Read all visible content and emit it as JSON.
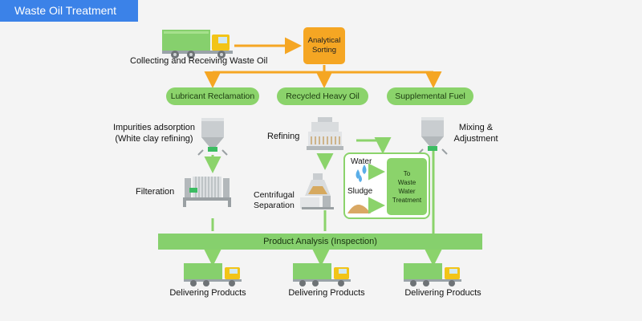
{
  "header": {
    "title": "Waste Oil Treatment"
  },
  "steps": {
    "collect": "Collecting and Receiving Waste Oil",
    "sorting": [
      "Analytical",
      "Sorting"
    ]
  },
  "branches": {
    "lubricant": "Lubricant Reclamation",
    "heavy_oil": "Recycled Heavy Oil",
    "fuel": "Supplemental Fuel"
  },
  "processes": {
    "impurities": [
      "Impurities adsorption",
      "(White clay refining)"
    ],
    "filteration": "Filteration",
    "refining": "Refining",
    "centrifugal": [
      "Centrifugal",
      "Separation"
    ],
    "mixing": [
      "Mixing &",
      "Adjustment"
    ]
  },
  "wastewater": {
    "water": "Water",
    "sludge": "Sludge",
    "target": [
      "To",
      "Waste",
      "Water",
      "Treatment"
    ]
  },
  "analysis": "Product Analysis (Inspection)",
  "delivering": [
    "Delivering Products",
    "Delivering Products",
    "Delivering Products"
  ],
  "colors": {
    "title_bg": "#3b82e8",
    "orange": "#f5a623",
    "green": "#8bd36b",
    "truck_body": "#86d06d",
    "truck_cab": "#f2c418",
    "water": "#5aaee8",
    "sludge": "#d9a864"
  },
  "icons": [
    "truck-icon",
    "silo-icon",
    "filter-press-icon",
    "refining-tower-icon",
    "centrifuge-icon",
    "water-drop-icon",
    "sludge-pile-icon"
  ]
}
